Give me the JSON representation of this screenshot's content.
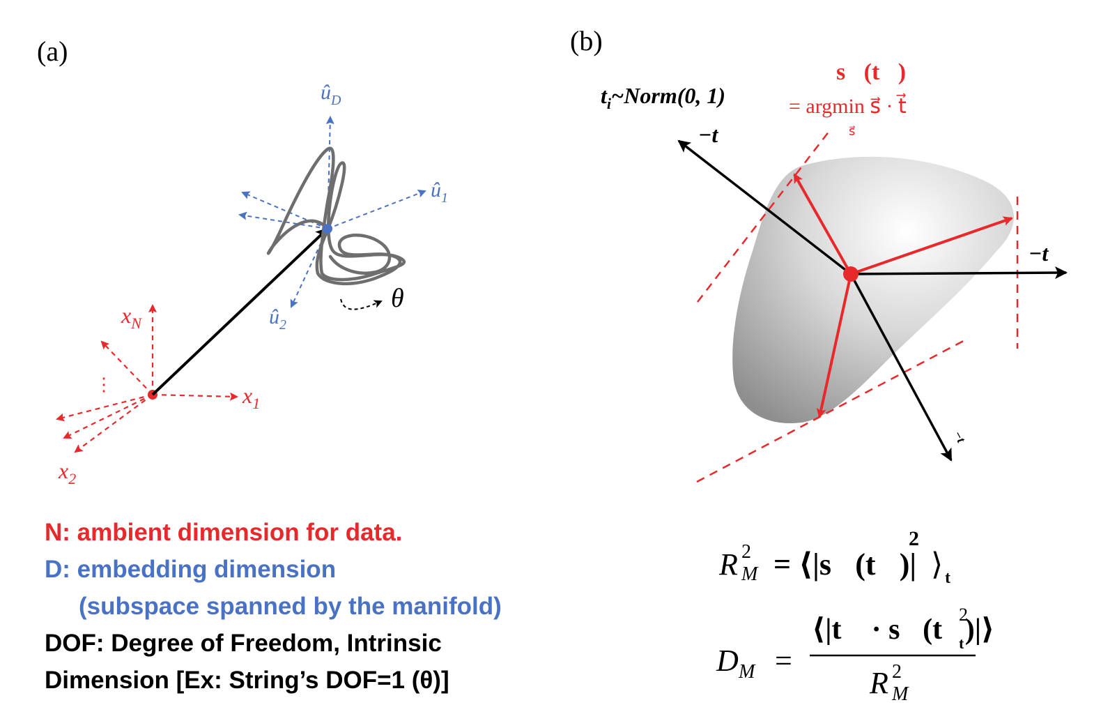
{
  "panels": {
    "a": {
      "label": "(a)"
    },
    "b": {
      "label": "(b)"
    }
  },
  "panel_a": {
    "u_d": "û",
    "u_d_sub": "D",
    "u_1": "û",
    "u_1_sub": "1",
    "u_2": "û",
    "u_2_sub": "2",
    "theta": "θ",
    "x_n": "x",
    "x_n_sub": "N",
    "x_1": "x",
    "x_1_sub": "1",
    "x_2": "x",
    "x_2_sub": "2",
    "dots": "⋮"
  },
  "panel_b": {
    "t_dist": "t",
    "t_dist_sub": "i",
    "t_dist_rest": "~Norm(0, 1)",
    "s_of_t": "s⃗(t⃗)",
    "argmin_eq": "= argmin s⃗ · t⃗",
    "argmin_sub": "s⃗",
    "neg_t_upper": "−t⃗",
    "neg_t_right": "−t⃗",
    "neg_t_lower": "−t⃗"
  },
  "formulas": {
    "r_m": "R",
    "r_m_sup": "2",
    "r_m_sub": "M",
    "r_m_rhs": "= ⟨|s⃗(t⃗)|",
    "r_m_pow": "2",
    "r_m_close": "⟩",
    "r_m_close_sub": "t⃗",
    "d_m": "D",
    "d_m_sub": "M",
    "d_m_eq": "=",
    "d_m_num": "⟨|t⃗ · s⃗(t⃗)|⟩",
    "d_m_num_sup": "2",
    "d_m_num_sub": "t⃗",
    "d_m_den": "R",
    "d_m_den_sup": "2",
    "d_m_den_sub": "M"
  },
  "legend": {
    "n_line": "N: ambient dimension for data.",
    "d_line": "D: embedding dimension",
    "d_line2": "(subspace spanned by the manifold)",
    "dof_line": "DOF: Degree of Freedom, Intrinsic",
    "dof_line2": "Dimension [Ex: String’s DOF=1 (θ)]"
  },
  "colors": {
    "red": "#e8292c",
    "blue": "#4a72c4",
    "gray_curve": "#6e6e6e",
    "black": "#000000"
  }
}
